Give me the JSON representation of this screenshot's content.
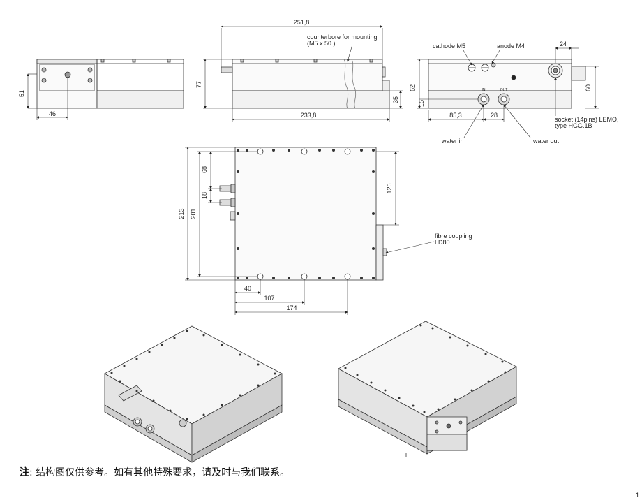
{
  "drawing": {
    "side_view": {
      "dim_width": "46",
      "dim_height": "51"
    },
    "front_view": {
      "dim_total_length": "251,8",
      "dim_body_length": "233,8",
      "dim_height": "77",
      "dim_base_height": "35",
      "counterbore_line1": "counterbore for mounting",
      "counterbore_line2": "(M5 x 50 )"
    },
    "rear_view": {
      "cathode_label": "cathode M5",
      "anode_label": "anode M4",
      "dim_socket_offset": "24",
      "dim_height": "60",
      "dim_port_height": "62",
      "dim_port_low": "15",
      "dim_in_x": "85,3",
      "dim_port_spacing": "28",
      "water_in": "water in",
      "water_out": "water out",
      "socket_line1": "socket (14pins) LEMO,",
      "socket_line2": "type HGG.1B",
      "port_in_text": "IN",
      "port_out_text": "OUT"
    },
    "top_view": {
      "dim_213": "213",
      "dim_201": "201",
      "dim_68": "68",
      "dim_18": "18",
      "dim_126": "126",
      "dim_40": "40",
      "dim_107": "107",
      "dim_174": "174",
      "fibre_line1": "fibre coupling",
      "fibre_line2": "LD80"
    }
  },
  "note": {
    "prefix": "注",
    "text": ": 结构图仅供参考。如有其他特殊要求，请及时与我们联系。"
  },
  "page_number": "1"
}
